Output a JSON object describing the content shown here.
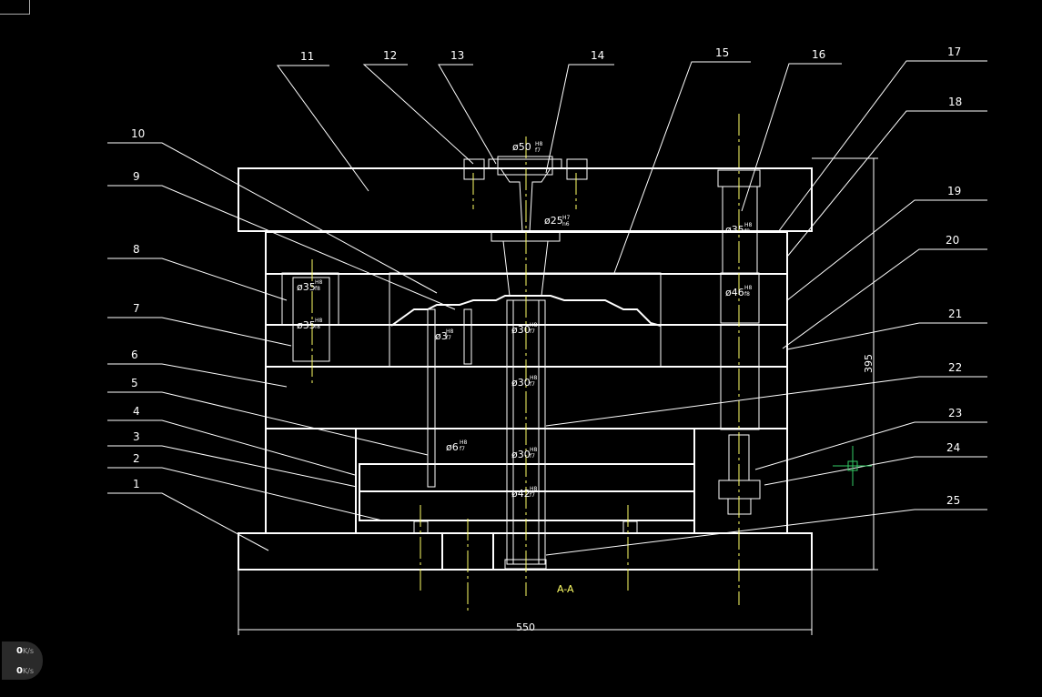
{
  "drawing": {
    "section_label": "A-A",
    "overall_width": "550",
    "overall_height": "395",
    "part_numbers": [
      "1",
      "2",
      "3",
      "4",
      "5",
      "6",
      "7",
      "8",
      "9",
      "10",
      "11",
      "12",
      "13",
      "14",
      "15",
      "16",
      "17",
      "18",
      "19",
      "20",
      "21",
      "22",
      "23",
      "24",
      "25"
    ],
    "fit_dims": {
      "d50": "ø50",
      "d50_fit": [
        "H8",
        "f7"
      ],
      "d25": "ø25",
      "d25_fit": [
        "H7",
        "n6"
      ],
      "d35_right": "ø35",
      "d35_right_fit": [
        "H8",
        "f8"
      ],
      "d46": "ø46",
      "d46_fit": [
        "H8",
        "f8"
      ],
      "d35_left": "ø35",
      "d35_left_fit": [
        "H8",
        "f8"
      ],
      "d35_top": "ø35",
      "d35_top_fit": [
        "H8",
        "f8"
      ],
      "d3": "ø3",
      "d3_fit": [
        "H8",
        "f7"
      ],
      "d30_a": "ø30",
      "d30_a_fit": [
        "H8",
        "f7"
      ],
      "d30_b": "ø30",
      "d30_b_fit": [
        "H8",
        "f7"
      ],
      "d6": "ø6",
      "d6_fit": [
        "H8",
        "f7"
      ],
      "d30_c": "ø30",
      "d30_c_fit": [
        "H8",
        "f7"
      ],
      "d42": "ø42",
      "d42_fit": [
        "H8",
        "f7"
      ]
    }
  },
  "status": {
    "upload_value": "0",
    "upload_unit": "K/s",
    "download_value": "0",
    "download_unit": "K/s"
  },
  "colors": {
    "background": "#000000",
    "line": "#ffffff",
    "centerline": "#ffff66"
  }
}
